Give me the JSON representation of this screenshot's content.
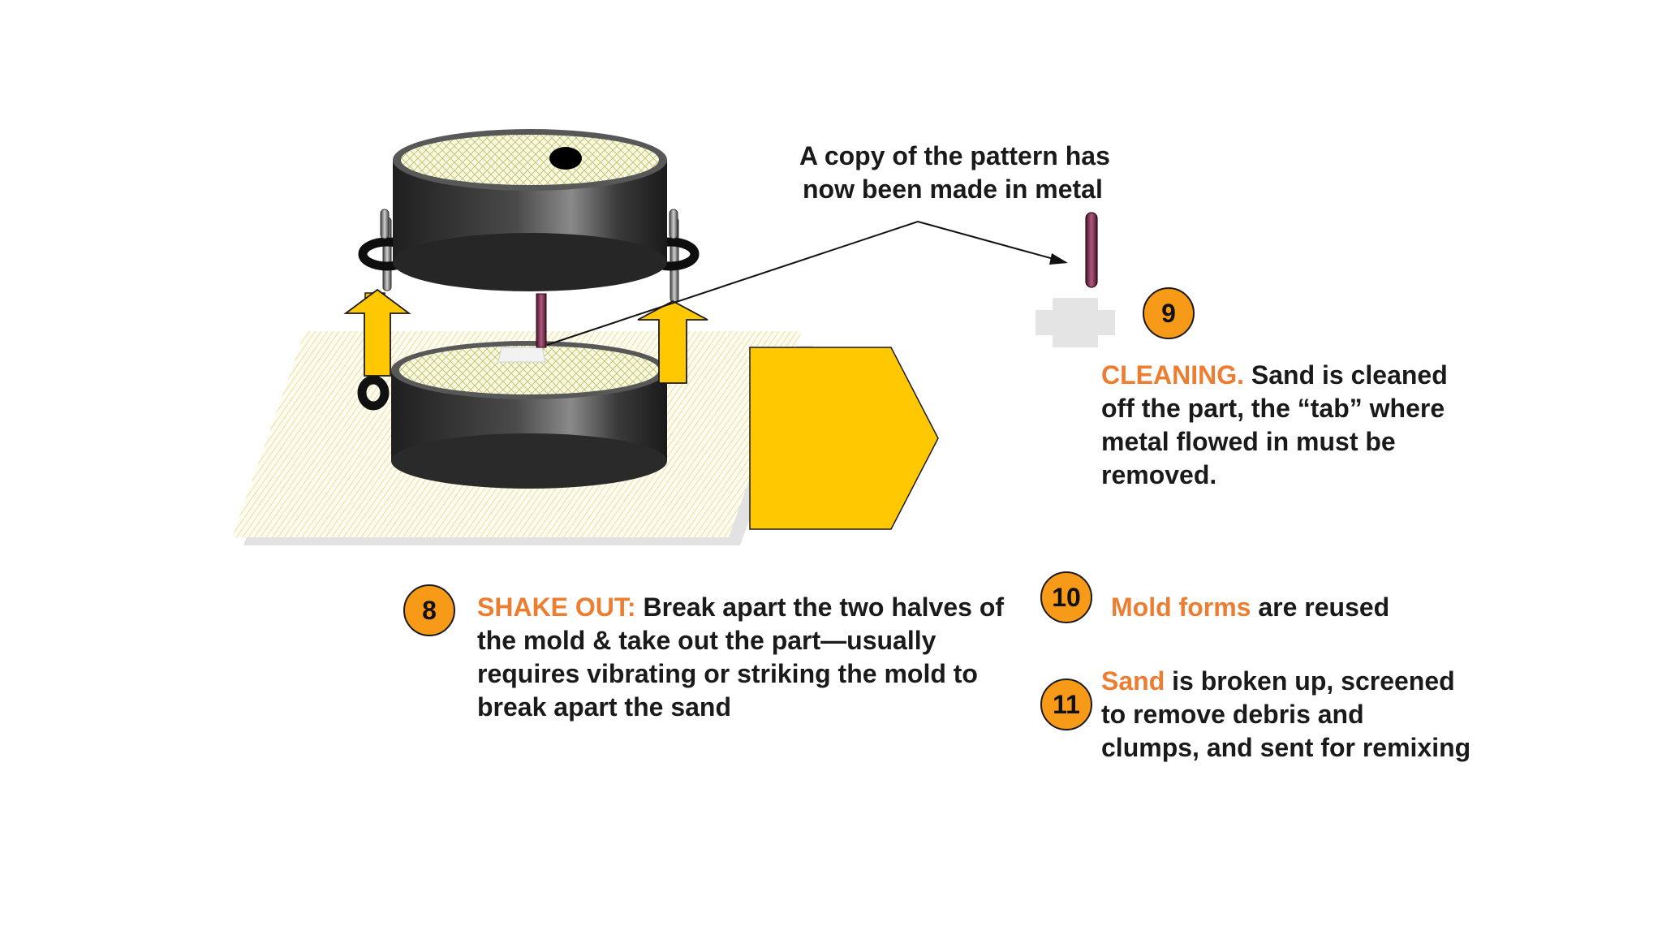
{
  "annotation": {
    "line1": "A copy of the pattern has",
    "line2": "now been made in metal"
  },
  "steps": {
    "shake_out": {
      "number": "8",
      "title": "SHAKE OUT:",
      "line1": " Break apart the two halves of",
      "line2": "the mold & take out the part—usually",
      "line3": "requires vibrating or striking the mold to",
      "line4": "break apart the sand"
    },
    "cleaning": {
      "number": "9",
      "title": "CLEANING.",
      "line1": " Sand is cleaned",
      "line2": "off the part, the “tab” where",
      "line3": "metal flowed in must be",
      "line4": "removed."
    },
    "mold_forms": {
      "number": "10",
      "title": "Mold forms",
      "rest": " are reused"
    },
    "sand": {
      "number": "11",
      "title": "Sand",
      "line1": " is broken up, screened",
      "line2": "to remove debris and",
      "line3": "clumps, and sent for remixing"
    }
  },
  "colors": {
    "highlight": "#ed7d31",
    "badge": "#f79a18",
    "arrow_yellow": "#ffc800",
    "flask_dark": "#2b2b2b",
    "casting_metal": "#7a2a48"
  },
  "icons": [
    "mold-flask-icon",
    "up-arrow-icon",
    "pentagon-arrow-icon",
    "metal-part-icon"
  ]
}
